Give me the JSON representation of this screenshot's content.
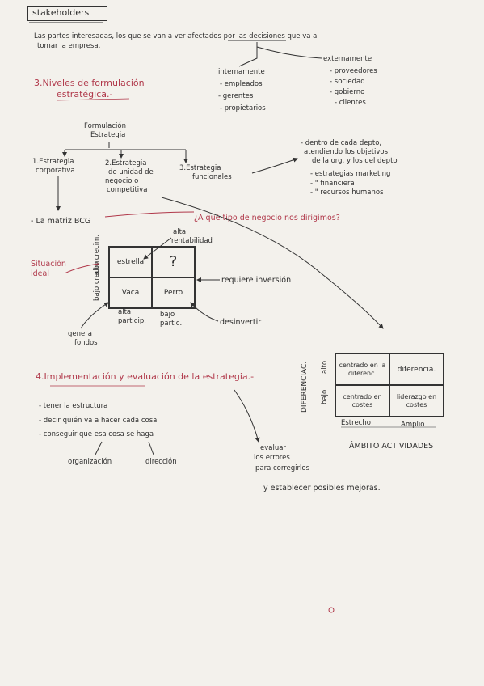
{
  "title": "stakeholders",
  "intro": {
    "line1": "Las partes interesadas, los que se van a ver afectados por las decisiones que va a",
    "line2": "tomar la empresa."
  },
  "stakeholders": {
    "internal": {
      "label": "internamente",
      "items": [
        "- empleados",
        "- gerentes",
        "- propietarios"
      ]
    },
    "external": {
      "label": "externamente",
      "items": [
        "- proveedores",
        "- sociedad",
        "- gobierno",
        "- clientes"
      ]
    }
  },
  "section3": {
    "line1": "3.Niveles de formulación",
    "line2": "estratégica.-"
  },
  "tree": {
    "root1": "Formulación",
    "root2": "Estrategia",
    "b1": [
      "1.Estrategia",
      "corporativa"
    ],
    "b2": [
      "2.Estrategia",
      "de unidad de",
      "negocio o",
      "competitiva"
    ],
    "b3": [
      "3.Estrategia",
      "funcionales"
    ]
  },
  "functional_notes": [
    "- dentro de cada depto,",
    "atendiendo los objetivos",
    "de la org. y los del depto",
    "- estrategias marketing",
    "- \"   financiera",
    "- \"   recursos humanos"
  ],
  "bcg": {
    "label": "- La matriz BCG",
    "question": "¿A qué tipo de negocio nos dirigimos?",
    "alta_rentabilidad": [
      "alta",
      "rentabilidad"
    ],
    "situacion_ideal": [
      "Situación",
      "ideal"
    ],
    "y_alto": "alto crecim.",
    "y_bajo": "bajo crecim.",
    "cells": [
      "estrella",
      "?",
      "Vaca",
      "Perro"
    ],
    "x_alta": [
      "alta",
      "particip."
    ],
    "x_baja": [
      "bajo",
      "partic."
    ],
    "requiere": "requiere inversión",
    "desinvertir": "desinvertir",
    "genera": [
      "genera",
      "fondos"
    ]
  },
  "porter": {
    "ylabel": "DIFERENCIAC.",
    "y_alto": "alto",
    "y_bajo": "bajo",
    "cells": [
      "centrado en la diferenc.",
      "diferencia.",
      "centrado en costes",
      "liderazgo en costes"
    ],
    "x_estrecho": "Estrecho",
    "x_amplio": "Amplio",
    "xlabel": "ÁMBITO ACTIVIDADES"
  },
  "section4": {
    "title": "4.Implementación y evaluación de la estrategia.-",
    "items": [
      "- tener la estructura",
      "- decir quién va a hacer cada cosa",
      "- conseguir que esa cosa se haga"
    ],
    "org": "organización",
    "dir": "dirección",
    "eval": [
      "evaluar",
      "los errores",
      "para corregirlos",
      "y establecer posibles mejoras."
    ]
  }
}
